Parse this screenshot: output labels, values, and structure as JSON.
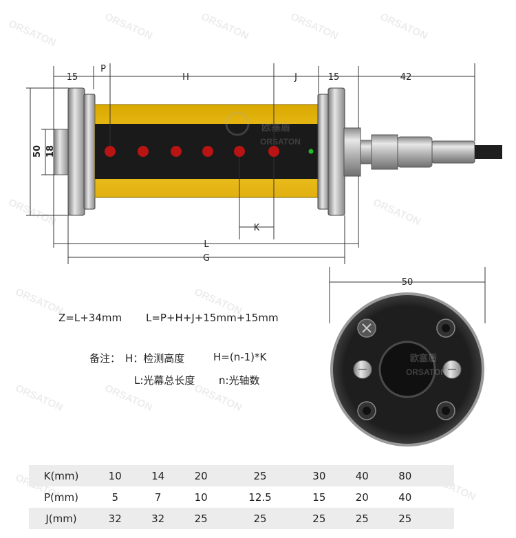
{
  "watermark": {
    "brand": "ORSATON",
    "cn": "欧塞盾"
  },
  "dimensions": {
    "p": "P",
    "h": "H",
    "j": "J",
    "left_cap": "15",
    "right_cap": "15",
    "connector": "42",
    "k": "K",
    "l": "L",
    "g": "G",
    "height_outer": "50",
    "height_inner": "18",
    "end_diameter": "50"
  },
  "formulas": {
    "z": "Z=L+34mm",
    "l": "L=P+H+J+15mm+15mm",
    "note_label": "备注：",
    "h_def": "H：检测高度",
    "h_formula": "H=(n-1)*K",
    "l_def": "L:光幕总长度",
    "n_def": "n:光轴数"
  },
  "table": {
    "rows": [
      {
        "label": "K(mm)",
        "values": [
          "10",
          "14",
          "20",
          "25",
          "30",
          "40",
          "80"
        ]
      },
      {
        "label": "P(mm)",
        "values": [
          "5",
          "7",
          "10",
          "12.5",
          "15",
          "20",
          "40"
        ]
      },
      {
        "label": "J(mm)",
        "values": [
          "32",
          "32",
          "25",
          "25",
          "25",
          "25",
          "25"
        ]
      }
    ]
  },
  "colors": {
    "yellow": "#f5c92a",
    "body_dark": "#1a1a1a",
    "led_red": "#b81414",
    "led_green": "#22bb22",
    "metal": "#c8c8c8",
    "table_shade": "#ececec"
  }
}
